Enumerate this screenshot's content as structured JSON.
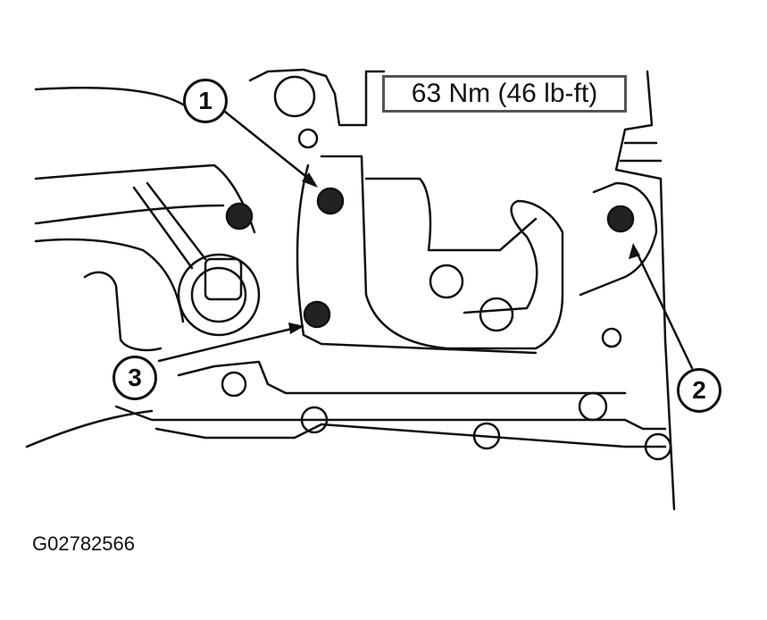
{
  "torque_spec": "63 Nm (46 lb-ft)",
  "callouts": [
    {
      "label": "1"
    },
    {
      "label": "2"
    },
    {
      "label": "3"
    }
  ],
  "figure_id": "G02782566"
}
